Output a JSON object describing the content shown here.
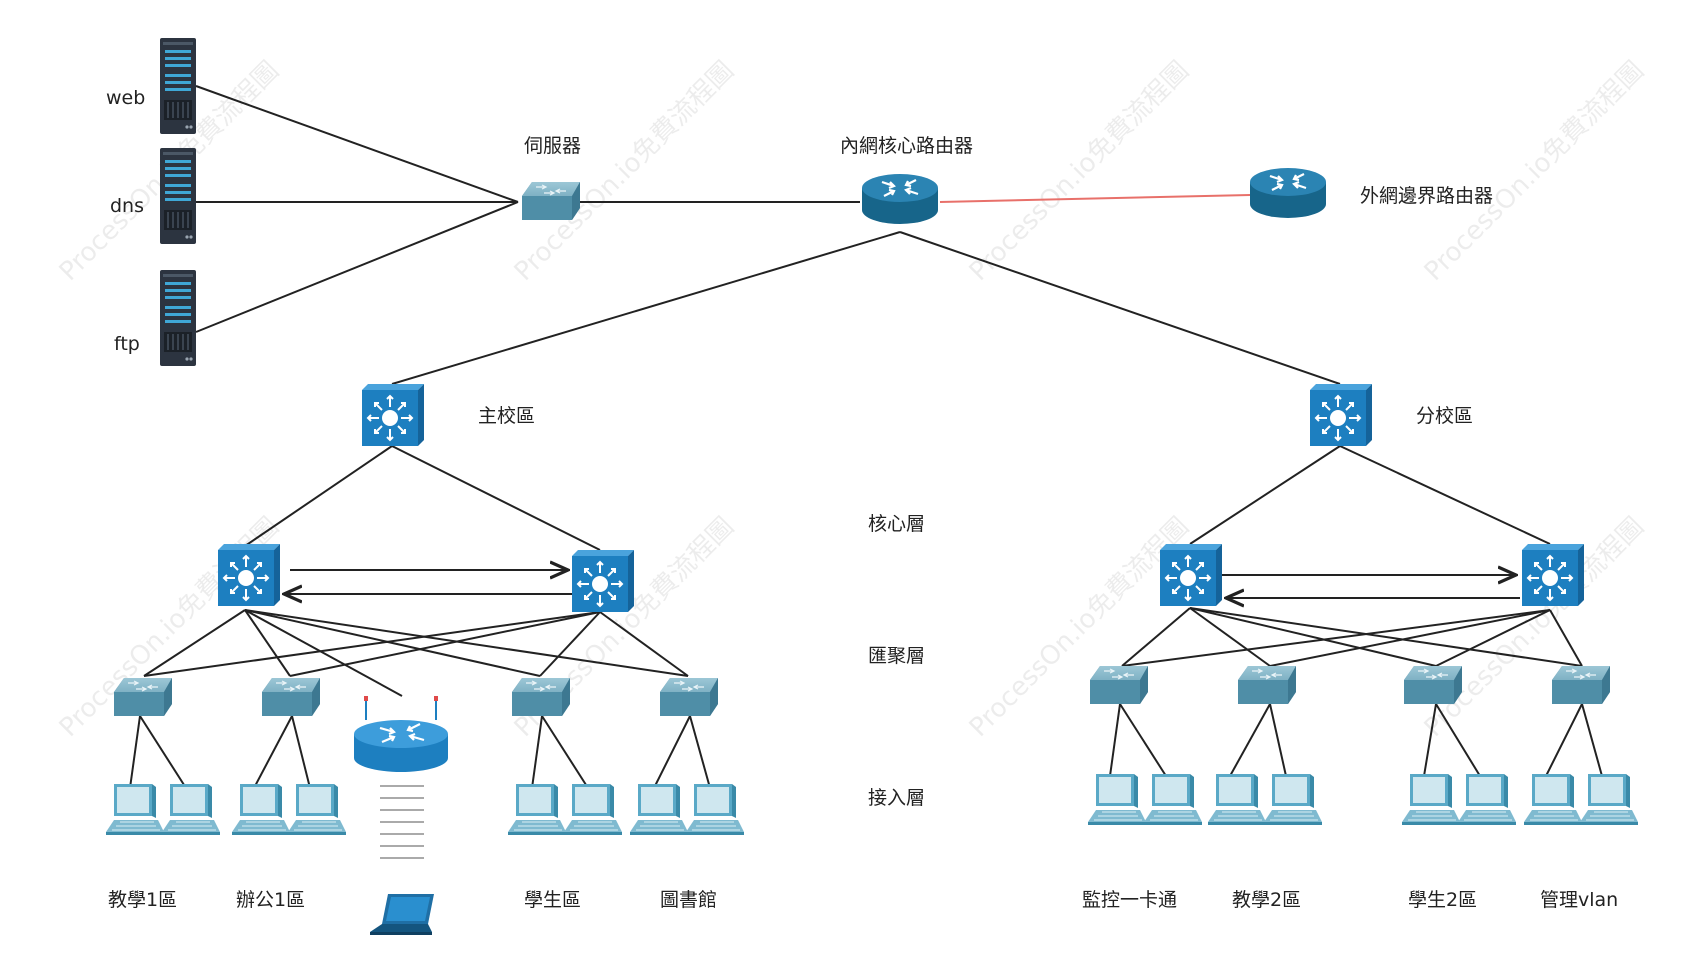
{
  "colors": {
    "line": "#222222",
    "wan_line": "#e8706a",
    "device_blue": "#1d7fc0",
    "switch_body": "#5f9fb5",
    "router_body": "#1a6d94",
    "server_body": "#2c3440"
  },
  "watermark": "ProcessOn.io免費流程圖",
  "servers": [
    {
      "label": "web"
    },
    {
      "label": "dns"
    },
    {
      "label": "ftp"
    }
  ],
  "devices": {
    "server_switch": "伺服器",
    "core_router": "內網核心路由器",
    "edge_router": "外網邊界路由器",
    "main_campus": "主校區",
    "branch_campus": "分校區"
  },
  "layers": {
    "core": "核心層",
    "aggregation": "匯聚層",
    "access": "接入層"
  },
  "main_zones": [
    "教學1區",
    "辦公1區",
    "學生區",
    "圖書館"
  ],
  "branch_zones": [
    "監控一卡通",
    "教學2區",
    "學生2區",
    "管理vlan"
  ]
}
